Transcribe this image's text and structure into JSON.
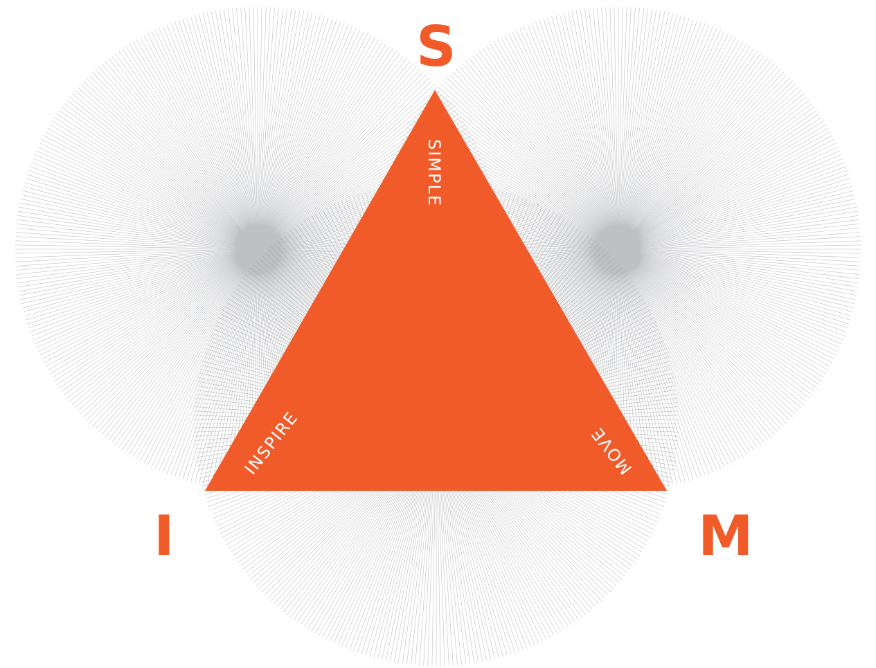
{
  "colors": {
    "accent": "#f15a29",
    "ray": "#8a8d91",
    "background": "#ffffff"
  },
  "letters": {
    "top": "S",
    "left": "I",
    "right": "M"
  },
  "words": {
    "top": "SIMPLE",
    "left": "INSPIRE",
    "right": "MOVE"
  }
}
